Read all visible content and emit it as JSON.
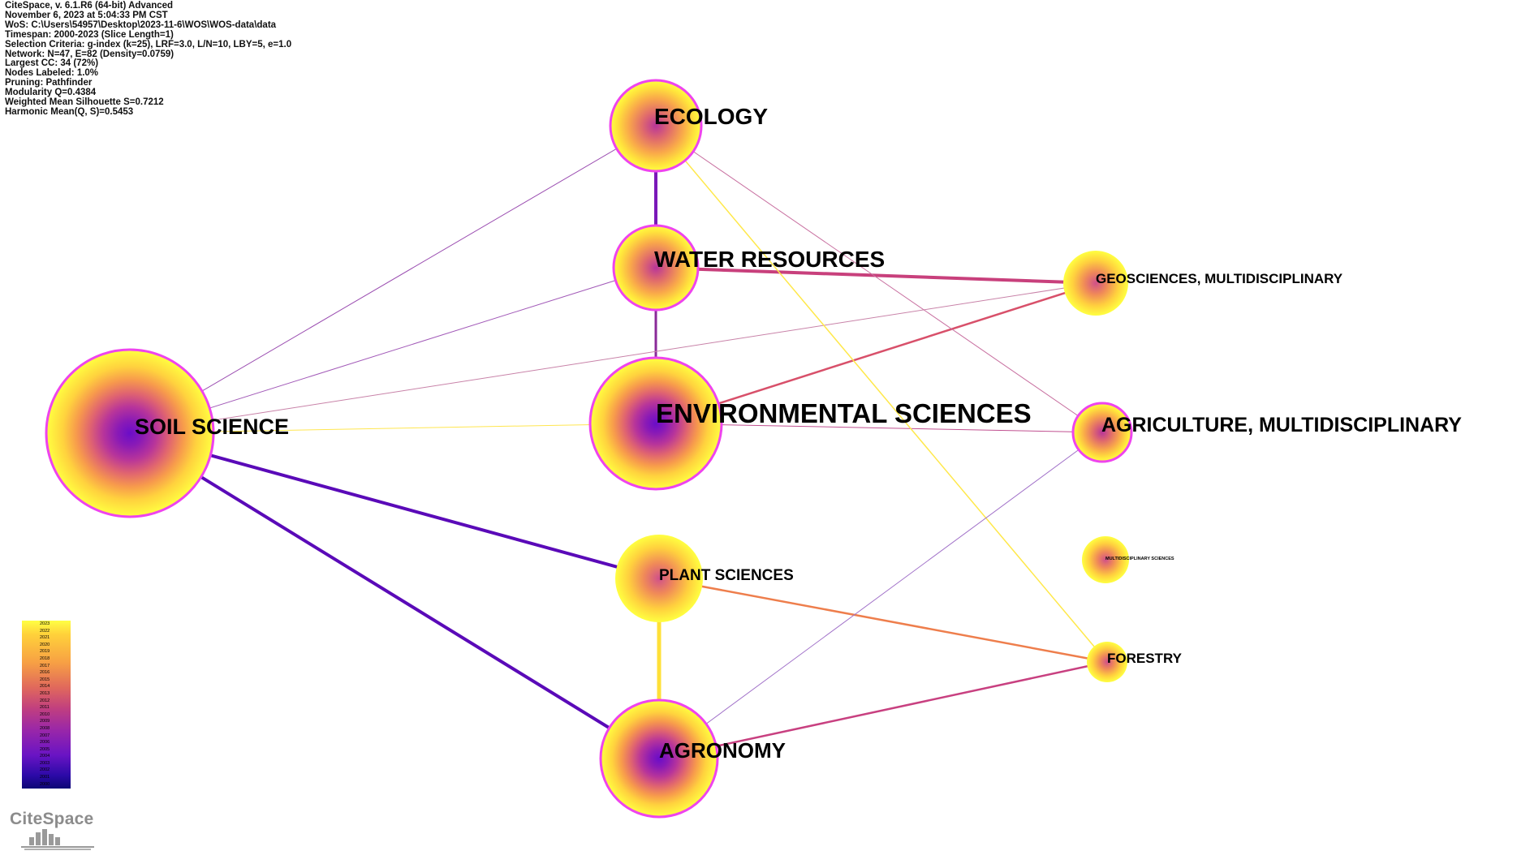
{
  "info_lines": [
    "CiteSpace, v. 6.1.R6 (64-bit) Advanced",
    "November 6, 2023 at 5:04:33 PM CST",
    "WoS: C:\\Users\\54957\\Desktop\\2023-11-6\\WOS\\WOS-data\\data",
    "Timespan: 2000-2023 (Slice Length=1)",
    "Selection Criteria: g-index (k=25), LRF=3.0, L/N=10, LBY=5, e=1.0",
    "Network: N=47, E=82 (Density=0.0759)",
    "Largest CC: 34 (72%)",
    "Nodes Labeled: 1.0%",
    "Pruning: Pathfinder",
    "Modularity Q=0.4384",
    "Weighted Mean Silhouette S=0.7212",
    "Harmonic Mean(Q, S)=0.5453"
  ],
  "colors": {
    "ring_outer": "#ee44ee",
    "yellow": "#ffff40",
    "purple": "#6a0dc8",
    "legend_top": "#ffff44",
    "legend_bottom": "#0d0675"
  },
  "nodes": [
    {
      "id": "ecology",
      "label": "ECOLOGY"
    },
    {
      "id": "water",
      "label": "WATER RESOURCES"
    },
    {
      "id": "env",
      "label": "ENVIRONMENTAL SCIENCES"
    },
    {
      "id": "soil",
      "label": "SOIL SCIENCE"
    },
    {
      "id": "plant",
      "label": "PLANT SCIENCES"
    },
    {
      "id": "agronomy",
      "label": "AGRONOMY"
    },
    {
      "id": "geo",
      "label": "GEOSCIENCES, MULTIDISCIPLINARY"
    },
    {
      "id": "agri",
      "label": "AGRICULTURE, MULTIDISCIPLINARY"
    },
    {
      "id": "multi",
      "label": "MULTIDISCIPLINARY SCIENCES"
    },
    {
      "id": "forestry",
      "label": "FORESTRY"
    }
  ],
  "edges": [
    {
      "from": "ecology",
      "to": "water"
    },
    {
      "from": "water",
      "to": "env"
    },
    {
      "from": "water",
      "to": "geo"
    },
    {
      "from": "env",
      "to": "geo"
    },
    {
      "from": "env",
      "to": "agri"
    },
    {
      "from": "soil",
      "to": "ecology"
    },
    {
      "from": "soil",
      "to": "water"
    },
    {
      "from": "soil",
      "to": "geo"
    },
    {
      "from": "soil",
      "to": "env"
    },
    {
      "from": "soil",
      "to": "plant"
    },
    {
      "from": "soil",
      "to": "agronomy"
    },
    {
      "from": "ecology",
      "to": "agri"
    },
    {
      "from": "ecology",
      "to": "forestry"
    },
    {
      "from": "plant",
      "to": "forestry"
    },
    {
      "from": "plant",
      "to": "agronomy"
    },
    {
      "from": "agronomy",
      "to": "forestry"
    },
    {
      "from": "agronomy",
      "to": "agri"
    }
  ],
  "legend_years": [
    "2023",
    "2022",
    "2021",
    "2020",
    "2019",
    "2018",
    "2017",
    "2016",
    "2015",
    "2014",
    "2013",
    "2012",
    "2011",
    "2010",
    "2009",
    "2008",
    "2007",
    "2006",
    "2005",
    "2004",
    "2003",
    "2002",
    "2001",
    "2000"
  ],
  "logo_text": "CiteSpace"
}
